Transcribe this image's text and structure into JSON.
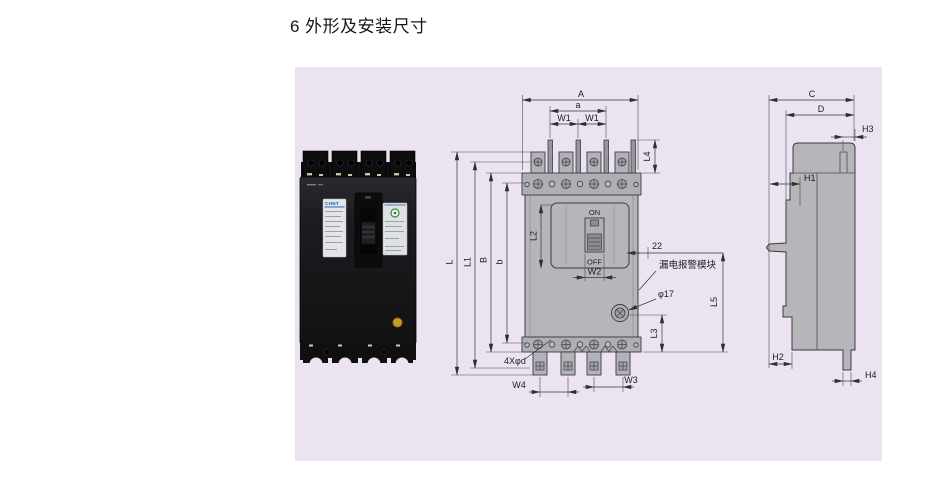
{
  "page": {
    "title": "6 外形及安装尺寸"
  },
  "photo": {
    "brand": "CHNT"
  },
  "front_view": {
    "dim_A": "A",
    "dim_a": "a",
    "dim_W1_left": "W1",
    "dim_W1_right": "W1",
    "dim_L4": "L4",
    "dim_L": "L",
    "dim_L1": "L1",
    "dim_B": "B",
    "dim_b": "b",
    "dim_L2": "L2",
    "dim_W2": "W2",
    "dim_22": "22",
    "dim_L3": "L3",
    "dim_L5": "L5",
    "dim_W4": "W4",
    "dim_W3": "W3",
    "label_leakage_module": "漏电报警模块",
    "label_hole_dia": "φ17",
    "label_mount_holes": "4Xφd",
    "switch_on": "ON",
    "switch_off": "OFF"
  },
  "side_view": {
    "dim_C": "C",
    "dim_D": "D",
    "dim_H3": "H3",
    "dim_H1": "H1",
    "dim_H2": "H2",
    "dim_H4": "H4"
  }
}
